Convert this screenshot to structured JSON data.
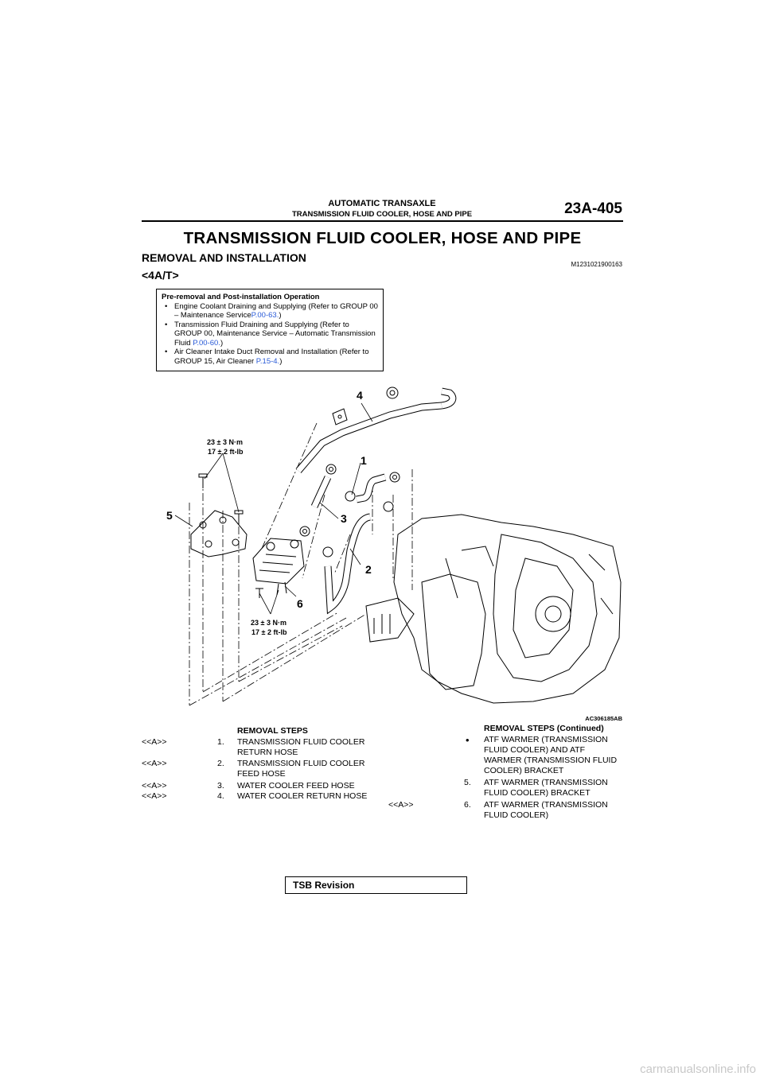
{
  "header": {
    "section": "AUTOMATIC TRANSAXLE",
    "subsection": "TRANSMISSION FLUID COOLER, HOSE AND PIPE",
    "page_number": "23A-405"
  },
  "title": "TRANSMISSION FLUID COOLER, HOSE AND PIPE",
  "subtitle": "REMOVAL AND INSTALLATION",
  "doc_code": "M1231021900163",
  "variant": "<4A/T>",
  "pre_box": {
    "title": "Pre-removal and Post-installation Operation",
    "items": [
      {
        "text": "Engine Coolant Draining and Supplying (Refer to GROUP 00 – Maintenance Service",
        "link": "P.00-63.",
        "tail": ")"
      },
      {
        "text": "Transmission Fluid Draining and Supplying (Refer to GROUP 00, Maintenance Service – Automatic Transmission Fluid ",
        "link": "P.00-60.",
        "tail": ")"
      },
      {
        "text": "Air Cleaner Intake Duct Removal and Installation (Refer to GROUP 15, Air Cleaner ",
        "link": "P.15-4.",
        "tail": ")"
      }
    ]
  },
  "diagram": {
    "callouts": [
      "1",
      "2",
      "3",
      "4",
      "5",
      "6"
    ],
    "torque_top": [
      "23 ± 3 N·m",
      "17 ± 2 ft-lb"
    ],
    "torque_bottom": [
      "23 ± 3 N·m",
      "17 ± 2 ft-lb"
    ],
    "figure_code": "AC306185AB"
  },
  "steps_left": {
    "heading": "REMOVAL STEPS",
    "items": [
      {
        "ref": "<<A>>",
        "num": "1.",
        "text": "TRANSMISSION FLUID COOLER RETURN HOSE"
      },
      {
        "ref": "<<A>>",
        "num": "2.",
        "text": "TRANSMISSION FLUID COOLER FEED HOSE"
      },
      {
        "ref": "<<A>>",
        "num": "3.",
        "text": "WATER COOLER FEED HOSE"
      },
      {
        "ref": "<<A>>",
        "num": "4.",
        "text": "WATER COOLER RETURN HOSE"
      }
    ]
  },
  "steps_right": {
    "heading": "REMOVAL STEPS (Continued)",
    "items": [
      {
        "ref": "",
        "num": "•",
        "text": "ATF WARMER (TRANSMISSION FLUID COOLER) AND ATF WARMER (TRANSMISSION FLUID COOLER) BRACKET"
      },
      {
        "ref": "",
        "num": "5.",
        "text": "ATF WARMER (TRANSMISSION FLUID COOLER) BRACKET"
      },
      {
        "ref": "<<A>>",
        "num": "6.",
        "text": "ATF WARMER (TRANSMISSION FLUID COOLER)"
      }
    ]
  },
  "footer": {
    "tsb_label": "TSB Revision"
  },
  "watermark": "carmanualsonline.info"
}
